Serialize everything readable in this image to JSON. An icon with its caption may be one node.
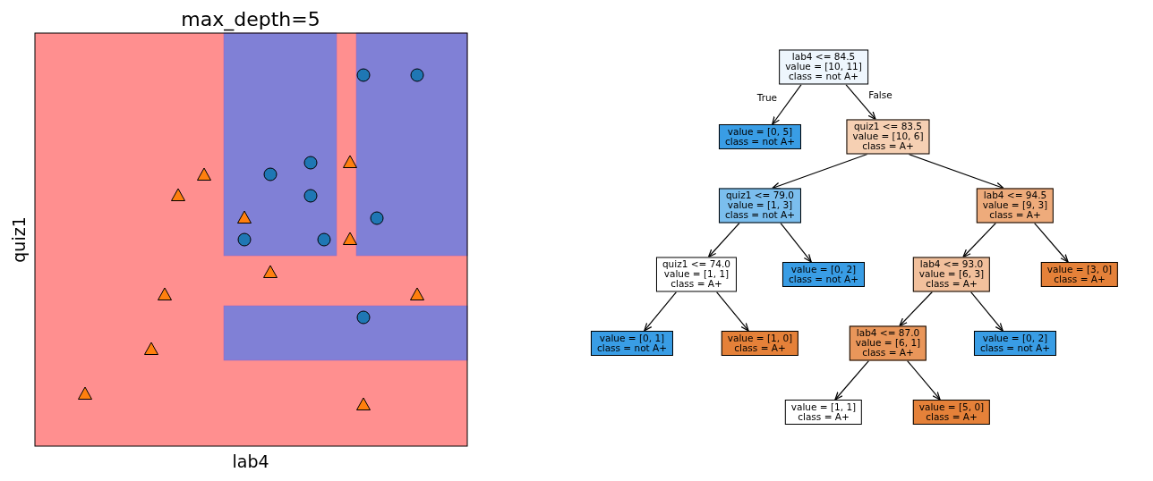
{
  "diagram": {
    "nodes": [
      {
        "text": [
          "lab4 <= 84.5",
          "value = [10, 11]",
          "class = not A+"
        ]
      },
      {
        "text": [
          "value = [0, 5]",
          "class = not A+"
        ]
      },
      {
        "text": [
          "quiz1 <= 83.5",
          "value = [10, 6]",
          "class = A+"
        ]
      },
      {
        "text": [
          "quiz1 <= 79.0",
          "value = [1, 3]",
          "class = not A+"
        ]
      },
      {
        "text": [
          "lab4 <= 94.5",
          "value = [9, 3]",
          "class = A+"
        ]
      },
      {
        "text": [
          "quiz1 <= 74.0",
          "value = [1, 1]",
          "class = A+"
        ]
      },
      {
        "text": [
          "value = [0, 2]",
          "class = not A+"
        ]
      },
      {
        "text": [
          "lab4 <= 93.0",
          "value = [6, 3]",
          "class = A+"
        ]
      },
      {
        "text": [
          "value = [3, 0]",
          "class = A+"
        ]
      },
      {
        "text": [
          "value = [0, 1]",
          "class = not A+"
        ]
      },
      {
        "text": [
          "value = [1, 0]",
          "class = A+"
        ]
      },
      {
        "text": [
          "lab4 <= 87.0",
          "value = [6, 1]",
          "class = A+"
        ]
      },
      {
        "text": [
          "value = [0, 2]",
          "class = not A+"
        ]
      },
      {
        "text": [
          "value = [1, 1]",
          "class = A+"
        ]
      },
      {
        "text": [
          "value = [5, 0]",
          "class = A+"
        ]
      }
    ],
    "edges": [
      {
        "from": 0,
        "to": 1,
        "arrow": "to",
        "label": "True"
      },
      {
        "from": 0,
        "to": 2,
        "arrow": "to",
        "label": "False"
      },
      {
        "from": 2,
        "to": 3,
        "arrow": "to"
      },
      {
        "from": 2,
        "to": 4,
        "arrow": "to"
      },
      {
        "from": 3,
        "to": 5,
        "arrow": "to"
      },
      {
        "from": 3,
        "to": 6,
        "arrow": "to"
      },
      {
        "from": 4,
        "to": 7,
        "arrow": "to"
      },
      {
        "from": 4,
        "to": 8,
        "arrow": "to"
      },
      {
        "from": 5,
        "to": 9,
        "arrow": "to"
      },
      {
        "from": 5,
        "to": 10,
        "arrow": "to"
      },
      {
        "from": 7,
        "to": 11,
        "arrow": "to"
      },
      {
        "from": 7,
        "to": 12,
        "arrow": "to"
      },
      {
        "from": 11,
        "to": 13,
        "arrow": "to"
      },
      {
        "from": 11,
        "to": 14,
        "arrow": "to"
      }
    ],
    "labels": [
      "max_depth=5",
      "quiz1",
      "lab4"
    ]
  }
}
